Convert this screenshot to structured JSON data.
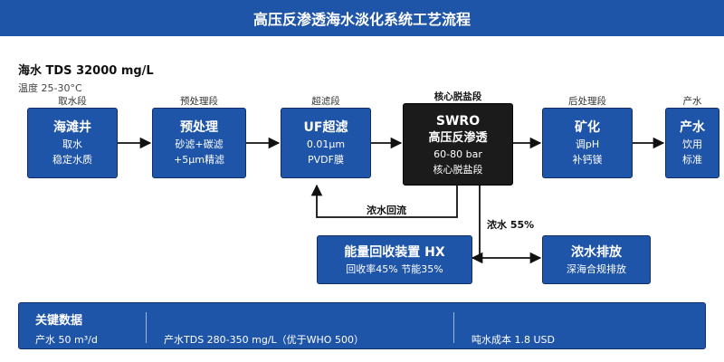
{
  "header": {
    "title": "高压反渗透海水淡化系统工艺流程"
  },
  "feed": {
    "title": "海水 TDS 32000 mg/L",
    "temp": "温度 25-30°C"
  },
  "stages": [
    {
      "label": "取水段",
      "title": "海滩井",
      "lines": [
        "取水",
        "稳定水质"
      ]
    },
    {
      "label": "预处理段",
      "title": "预处理",
      "lines": [
        "砂滤+碳滤",
        "+5μm精滤"
      ]
    },
    {
      "label": "超滤段",
      "title": "UF超滤",
      "lines": [
        "0.01μm",
        "PVDF膜"
      ]
    },
    {
      "label": "核心脱盐段",
      "title": "SWRO",
      "lines": [
        "高压反渗透",
        "60-80 bar",
        "核心脱盐段"
      ]
    },
    {
      "label": "后处理段",
      "title": "矿化",
      "lines": [
        "调pH",
        "补钙镁"
      ]
    },
    {
      "label": "产水",
      "title": "产水",
      "lines": [
        "饮用",
        "标准"
      ]
    }
  ],
  "hx": {
    "title": "能量回收装置 HX",
    "line": "回收率45% 节能35%"
  },
  "discharge": {
    "title": "浓水排放",
    "line": "深海合规排放"
  },
  "flows": {
    "recycle": "浓水回流",
    "brine": "浓水 55%"
  },
  "key_data": {
    "title": "关键数据",
    "items": [
      "产水 50 m³/d",
      "产水TDS 280-350 mg/L（优于WHO 500）",
      "吨水成本 1.8 USD"
    ]
  },
  "colors": {
    "primary": "#1f55a8",
    "core": "#1b1b1b",
    "line": "#111111"
  }
}
